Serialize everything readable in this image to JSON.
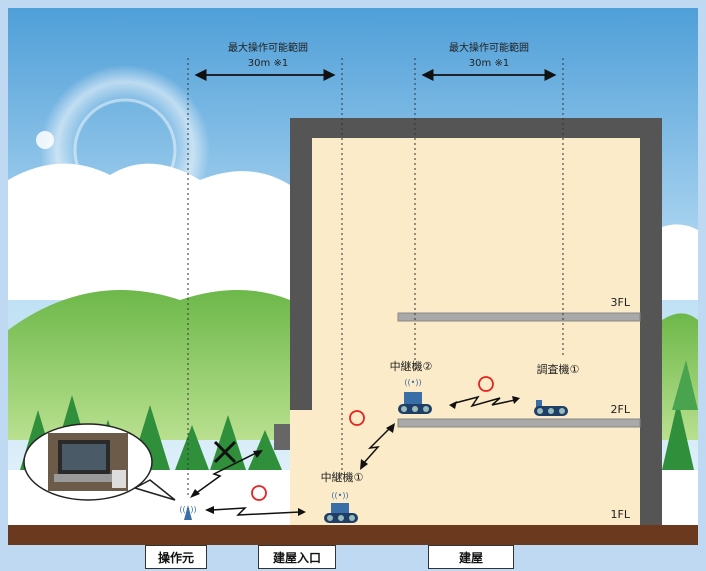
{
  "range_annotations": [
    {
      "title": "最大操作可能範囲",
      "distance": "30m ※1"
    },
    {
      "title": "最大操作可能範囲",
      "distance": "30m ※1"
    }
  ],
  "floors": [
    "3FL",
    "2FL",
    "1FL"
  ],
  "devices": {
    "relay_2": "中継機②",
    "survey_1": "調査機①",
    "relay_1": "中継機①"
  },
  "bottom_labels": [
    "操作元",
    "建屋入口",
    "建屋"
  ],
  "colors": {
    "sky": "#9ec9ea",
    "building_wall": "#555555",
    "building_interior": "#fbebc8",
    "floor_slab": "#a9a9a9",
    "ground": "#6b3a1e",
    "ok_mark": "#e8211f",
    "robot": "#3a6ea8"
  }
}
